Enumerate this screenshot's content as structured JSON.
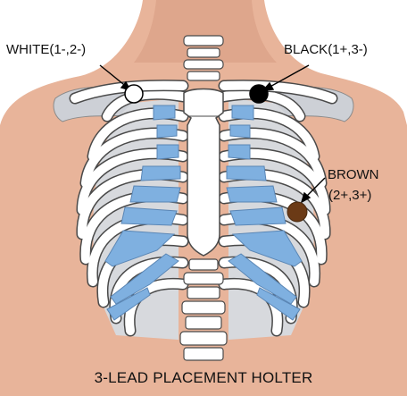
{
  "labels": {
    "white": "WHITE(1-,2-)",
    "black": "BLACK(1+,3-)",
    "brown_line1": "BROWN",
    "brown_line2": "(2+,3+)"
  },
  "caption": "3-LEAD PLACEMENT HOLTER",
  "electrodes": [
    {
      "name": "white",
      "color": "#ffffff"
    },
    {
      "name": "black",
      "color": "#000000"
    },
    {
      "name": "brown",
      "color": "#6b3a16"
    }
  ],
  "colors": {
    "skin": "#e8b49a",
    "bone": "#ffffff",
    "bone_outline": "#4a4a4a",
    "cartilage": "#7fb0e0",
    "shadow": "#cdd0d6"
  }
}
